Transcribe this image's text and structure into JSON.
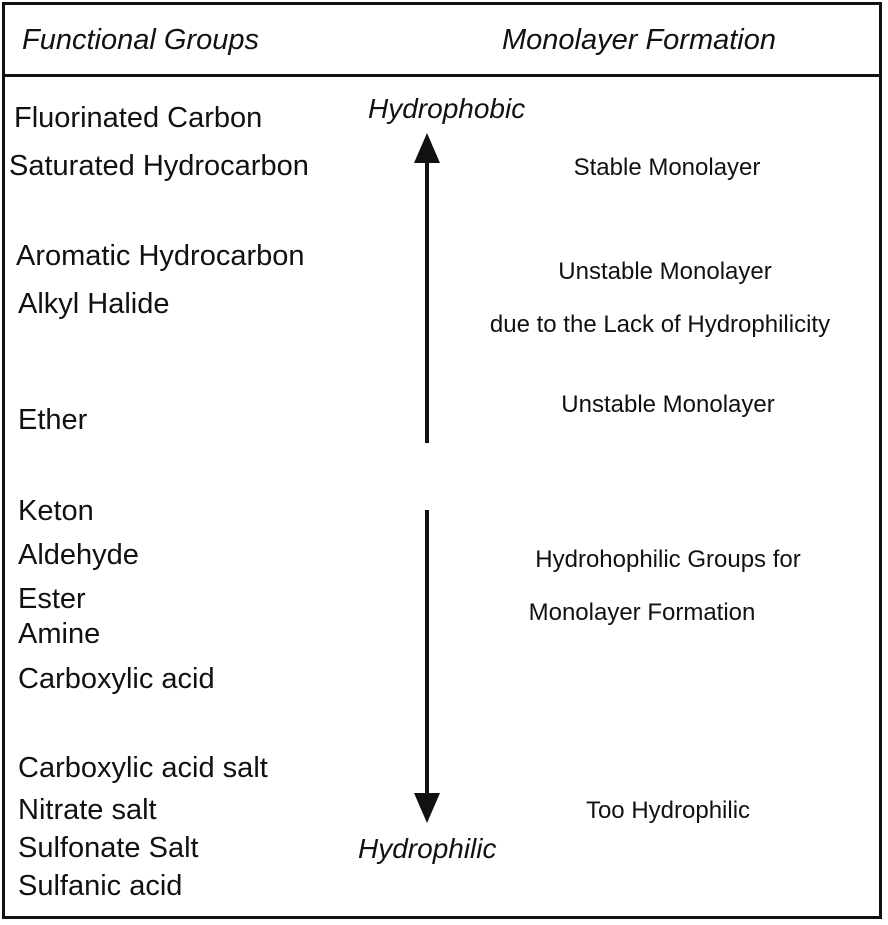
{
  "header": {
    "left_title": "Functional Groups",
    "right_title": "Monolayer Formation"
  },
  "scale": {
    "top_label": "Hydrophobic",
    "bottom_label": "Hydrophilic"
  },
  "functional_groups": [
    "Fluorinated Carbon",
    "Saturated Hydrocarbon",
    "Aromatic Hydrocarbon",
    "Alkyl Halide",
    "Ether",
    "Keton",
    "Aldehyde",
    "Ester",
    "Amine",
    "Carboxylic acid",
    "Carboxylic acid salt",
    "Nitrate salt",
    "Sulfonate Salt",
    "Sulfanic acid"
  ],
  "monolayer_notes": [
    "Stable Monolayer",
    "Unstable Monolayer",
    "due to the Lack of Hydrophilicity",
    "Unstable Monolayer",
    "Hydrohophilic Groups for",
    "Monolayer Formation",
    "Too Hydrophilic"
  ]
}
